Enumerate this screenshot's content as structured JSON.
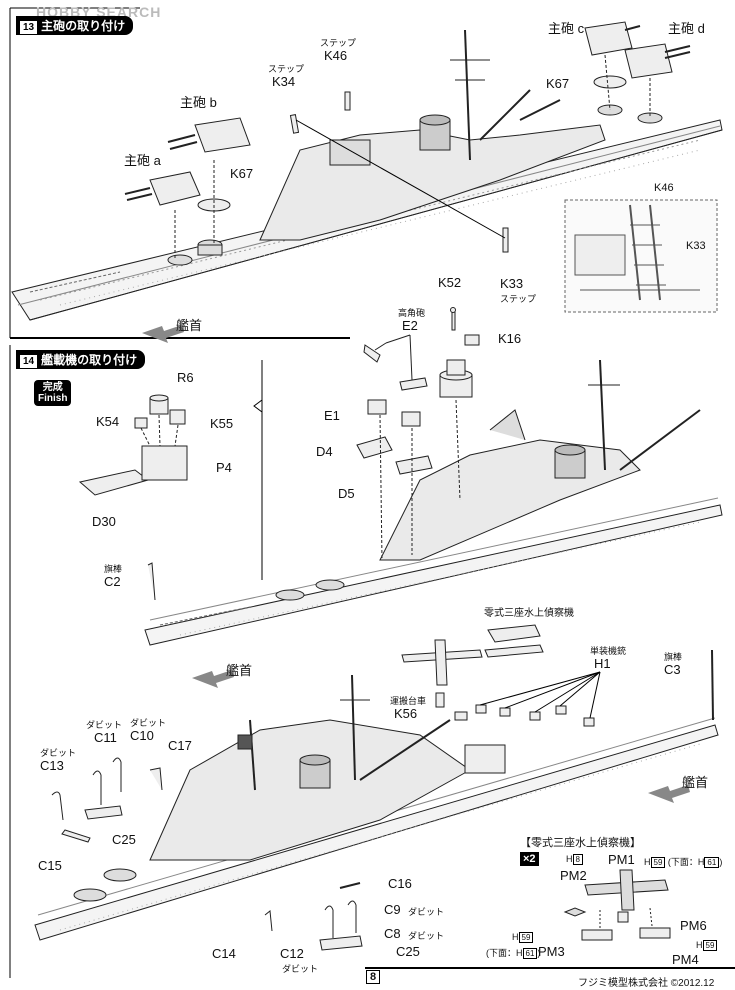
{
  "watermark": "HOBBY SEARCH",
  "step13": {
    "number": "13",
    "title": "主砲の取り付け",
    "labels": {
      "turret_a": "主砲 a",
      "turret_b": "主砲 b",
      "turret_c": "主砲 c",
      "turret_d": "主砲 d",
      "k67_left": "K67",
      "k67_right": "K67",
      "k46": "K46",
      "k46_sub": "ステップ",
      "k34": "K34",
      "k34_sub": "ステップ",
      "k33": "K33",
      "k33_sub": "ステップ",
      "inset_k46": "K46",
      "inset_k33": "K33",
      "bow": "艦首"
    }
  },
  "step14": {
    "number": "14",
    "title": "艦載機の取り付け",
    "finish_jp": "完成",
    "finish_en": "Finish",
    "labels": {
      "r6": "R6",
      "k54": "K54",
      "k55": "K55",
      "p4": "P4",
      "d30": "D30",
      "e2_sub": "高角砲",
      "e2": "E2",
      "e1": "E1",
      "d4": "D4",
      "d5": "D5",
      "k52": "K52",
      "k16": "K16",
      "c2_sub": "旗棒",
      "c2": "C2",
      "bow1": "艦首",
      "plane_title": "零式三座水上偵察機",
      "h1_sub": "単装機銃",
      "h1": "H1",
      "c3_sub": "旗棒",
      "c3": "C3",
      "k56_sub": "運搬台車",
      "k56": "K56",
      "c11_sub": "ダビット",
      "c11": "C11",
      "c10_sub": "ダビット",
      "c10": "C10",
      "c13_sub": "ダビット",
      "c13": "C13",
      "c17": "C17",
      "c25_top": "C25",
      "c15": "C15",
      "c16": "C16",
      "c9": "C9",
      "c9_sub": "ダビット",
      "c8": "C8",
      "c8_sub": "ダビット",
      "c14": "C14",
      "c12": "C12",
      "c12_sub": "ダビット",
      "c25_bottom": "C25",
      "bow2": "艦首"
    },
    "plane_box": {
      "title": "【零式三座水上偵察機】",
      "multiplier": "×2",
      "h8": "H",
      "h8_num": "8",
      "pm1": "PM1",
      "pm1_h": "H",
      "pm1_h_num": "59",
      "pm1_under": "(下面：H",
      "pm1_under_num": "61",
      "pm1_close": ")",
      "pm2": "PM2",
      "pm6": "PM6",
      "pm3": "PM3",
      "pm3_h": "H",
      "pm3_h_num": "59",
      "pm3_under": "(下面：H",
      "pm3_under_num": "61",
      "pm3_close": ")",
      "pm4": "PM4",
      "pm4_h": "H",
      "pm4_h_num": "59"
    }
  },
  "footer": {
    "page": "8",
    "copyright": "フジミ模型株式会社 ©2012.12"
  }
}
